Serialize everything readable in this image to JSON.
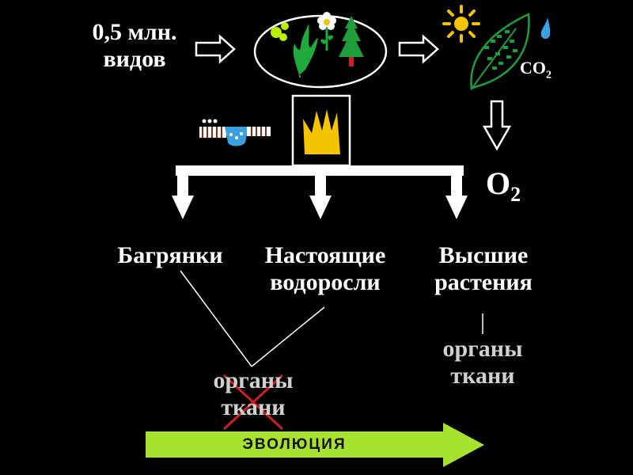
{
  "species_count": {
    "line1": "0,5 млн.",
    "line2": "видов"
  },
  "co2": "CO",
  "co2_sub": "2",
  "o2": "O",
  "o2_sub": "2",
  "groups": [
    {
      "line1": "Багрянки",
      "line2": ""
    },
    {
      "line1": "Настоящие",
      "line2": "водоросли"
    },
    {
      "line1": "Высшие",
      "line2": "растения"
    }
  ],
  "organs_absent": {
    "line1": "органы",
    "line2": "ткани"
  },
  "organs_present": {
    "line1": "органы",
    "line2": "ткани"
  },
  "evolution_label": "ЭВОЛЮЦИЯ",
  "colors": {
    "background": "#000000",
    "evolution_arrow": "#a6e22e",
    "crown": "#f5c400",
    "sun": "#f5c400",
    "leaf": "#1e9e3a",
    "water_drop": "#3aa0e0",
    "cross": "#d11f1f"
  }
}
